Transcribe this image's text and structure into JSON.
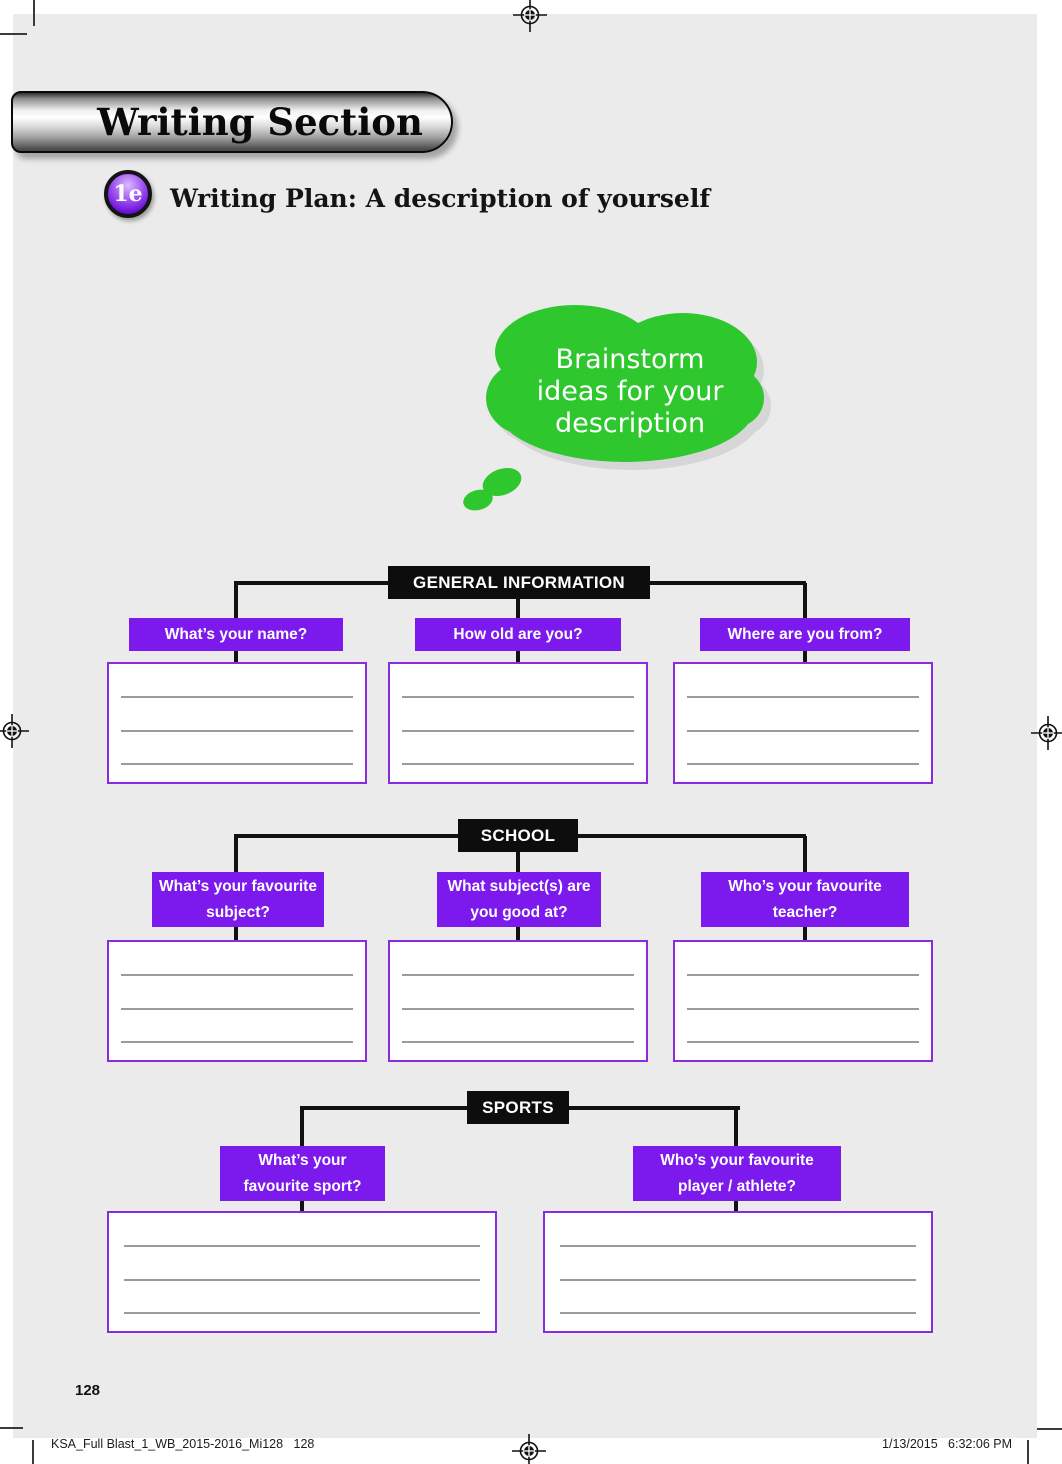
{
  "banner": {
    "title": "Writing Section"
  },
  "lesson": {
    "badge": "1e",
    "title_label": "Writing Plan:",
    "title_text": " A description of yourself"
  },
  "thought_bubble": {
    "lines": [
      "Brainstorm",
      "ideas for your",
      "description"
    ],
    "fill_color": "#2ec72e",
    "text_color": "#ffffff"
  },
  "diagram": {
    "sections": [
      {
        "title": "GENERAL INFORMATION",
        "questions": [
          "What’s your name?",
          "How old are you?",
          "Where are you from?"
        ]
      },
      {
        "title": "SCHOOL",
        "questions": [
          "What’s your favourite subject?",
          "What subject(s) are you good at?",
          "Who’s  your favourite teacher?"
        ]
      },
      {
        "title": "SPORTS",
        "questions": [
          "What’s your favourite sport?",
          "Who’s your favourite player / athlete?"
        ]
      }
    ],
    "answer_lines_per_box": 3,
    "colors": {
      "question_fill": "#7c1aee",
      "answer_border": "#8a2be2",
      "header_fill": "#0d0d0d",
      "connector": "#111111",
      "writing_line": "#9b9b9b",
      "page_background": "#ebebeb"
    }
  },
  "footer": {
    "page_number": "128",
    "left_text": "KSA_Full Blast_1_WB_2015-2016_Mi128   128",
    "right_text": "1/13/2015   6:32:06 PM"
  }
}
